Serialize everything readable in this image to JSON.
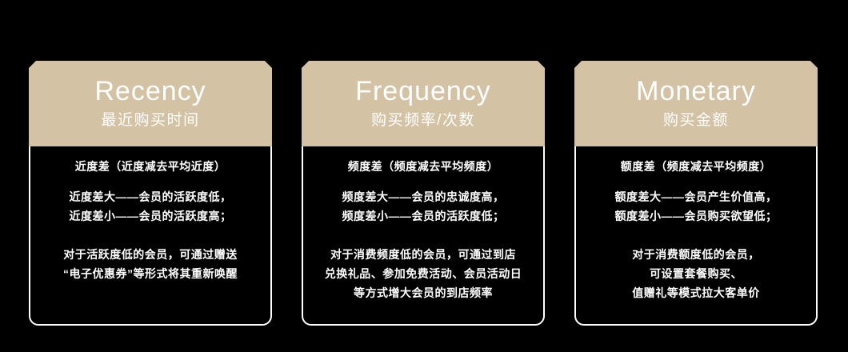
{
  "slide": {
    "background_color": "#000000",
    "header_color": "#d3c2a4",
    "text_color": "#ffffff",
    "border_color": "#ffffff"
  },
  "cards": [
    {
      "title": "Recency",
      "subtitle": "最近购买时间",
      "paragraphs": [
        [
          "近度差（近度减去平均近度）"
        ],
        [
          "近度差大——会员的活跃度低，",
          "近度差小——会员的活跃度高；"
        ],
        [
          "对于活跃度低的会员，可通过赠送",
          "“电子优惠券”等形式将其重新唤醒"
        ]
      ]
    },
    {
      "title": "Frequency",
      "subtitle": "购买频率/次数",
      "paragraphs": [
        [
          "频度差（频度减去平均频度）"
        ],
        [
          "频度差大——会员的忠诚度高，",
          "频度差小——会员的活跃度低；"
        ],
        [
          "对于消费频度低的会员，可通过到店",
          "兑换礼品、参加免费活动、会员活动日",
          "等方式增大会员的到店频率"
        ]
      ]
    },
    {
      "title": "Monetary",
      "subtitle": "购买金额",
      "paragraphs": [
        [
          "额度差（频度减去平均频度）"
        ],
        [
          "额度差大——会员产生价值高，",
          "额度差小——会员购买欲望低；"
        ],
        [
          "对于消费额度低的会员，",
          "可设置套餐购买、",
          "值赠礼等模式拉大客单价"
        ]
      ]
    }
  ]
}
